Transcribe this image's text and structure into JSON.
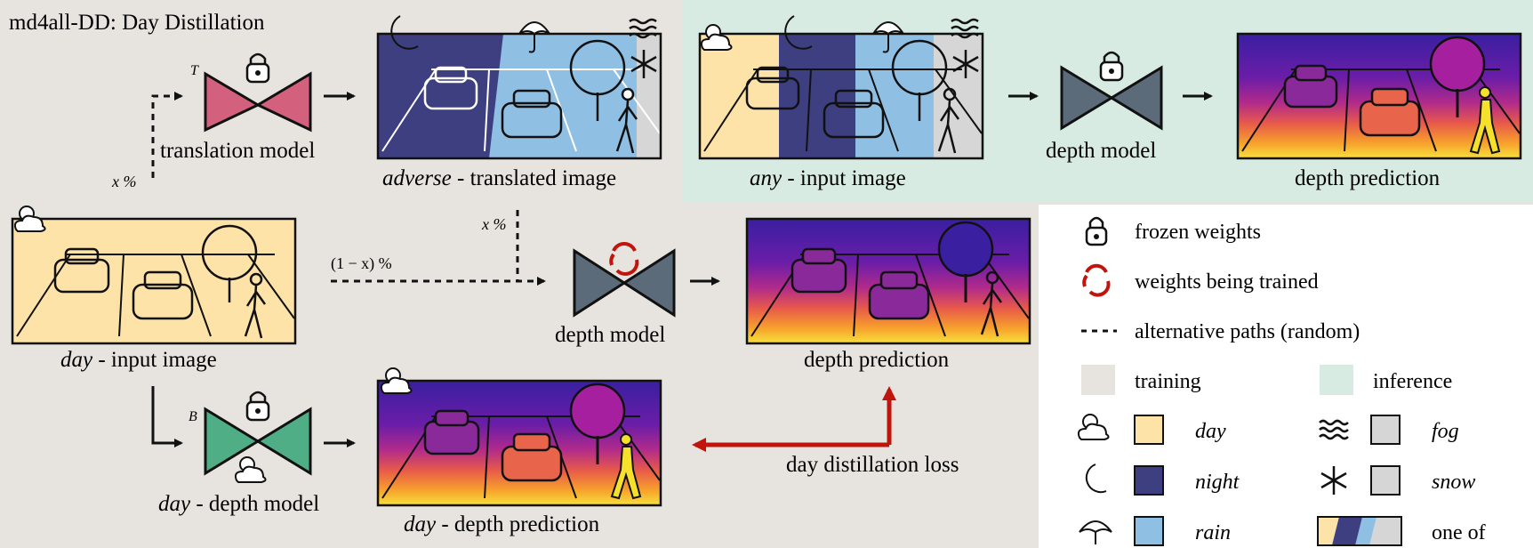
{
  "title": "md4all-DD: Day Distillation",
  "labels": {
    "translation_model": "translation model",
    "translation_model_tag": "T",
    "adverse_prefix": "adverse",
    "translated_suffix": " - translated image",
    "any_prefix": "any",
    "input_suffix": " - input image",
    "depth_model": "depth model",
    "depth_prediction": "depth prediction",
    "day_prefix": "day",
    "day_depth_model_suffix": " - depth model",
    "day_depth_prediction_suffix": " - depth prediction",
    "day_model_tag": "B",
    "path_x": "x %",
    "path_1_minus_x": "(1 − x) %",
    "loss": "day distillation loss"
  },
  "legend": {
    "frozen": "frozen weights",
    "trained": "weights being trained",
    "alt_paths": "alternative paths (random)",
    "training": "training",
    "inference": "inference",
    "conditions": {
      "day": "day",
      "night": "night",
      "rain": "rain",
      "fog": "fog",
      "snow": "snow",
      "one_of": "one of"
    }
  },
  "colors": {
    "day": "#fde3a7",
    "night": "#3e3f80",
    "rain": "#8fbfe3",
    "fog": "#d6d6d6",
    "training_bg": "#e7e4e0",
    "inference_bg": "#d7ebe3",
    "translation_model": "#d3617e",
    "depth_model": "#5c6b7a",
    "day_depth_model": "#4fae86",
    "arrow_red": "#c0140c"
  }
}
